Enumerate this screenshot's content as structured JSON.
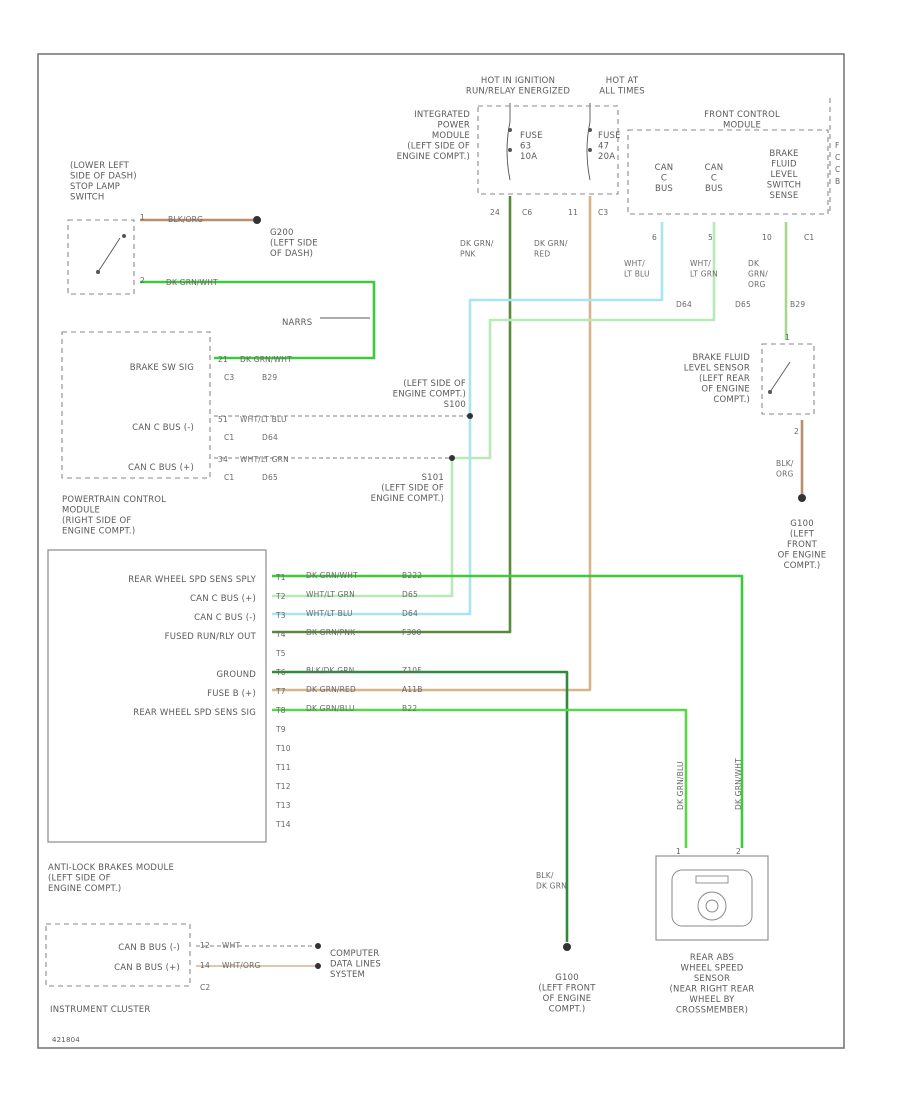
{
  "colors": {
    "dk_grn_wht": "#3cc93c",
    "dk_grn_pnk": "#5a8a3c",
    "dk_grn_red": "#d8b48c",
    "wht_lt_blu": "#a8e4f2",
    "wht_lt_grn": "#b8eab8",
    "dk_grn_org": "#a8d890",
    "blk_dk_grn": "#2f8a3a",
    "blk_grn": "#1e7a2e",
    "blk_org": "#b89070",
    "dk_grn_blu": "#58d848"
  },
  "top": {
    "hot_run": "HOT IN IGNITION\nRUN/RELAY ENERGIZED",
    "hot_all": "HOT AT\nALL TIMES",
    "ipm": "INTEGRATED\nPOWER\nMODULE\n(LEFT SIDE OF\nENGINE COMPT.)",
    "fuse1": "FUSE\n63\n10A",
    "fuse2": "FUSE\n47\n20A",
    "ipm_pins": [
      "24",
      "C6",
      "11",
      "C3"
    ],
    "fcm_title": "FRONT CONTROL\nMODULE",
    "fcm_letters": [
      "F",
      "C",
      "C",
      "B"
    ],
    "can_c_bus_a": "CAN\nC\nBUS",
    "can_c_bus_b": "CAN\nC\nBUS",
    "brake_fluid_sense": "BRAKE\nFLUID\nLEVEL\nSWITCH\nSENSE",
    "fcm_pins": [
      "6",
      "5",
      "10",
      "C1"
    ]
  },
  "left": {
    "stop_lamp": "(LOWER LEFT\nSIDE OF DASH)\nSTOP LAMP\nSWITCH",
    "stop_wire": "BLK/ORG",
    "ground_g200": "G200\n(LEFT SIDE\nOF DASH)",
    "stop_pin1": "1",
    "stop_pin2": "2",
    "stop_out_wire": "DK GRN/WHT",
    "narrs": "NARRS",
    "pcm_label": "POWERTRAIN CONTROL\nMODULE\n(RIGHT SIDE OF\nENGINE COMPT.)",
    "pcm_rows": [
      {
        "name": "BRAKE SW SIG",
        "pin": "C3",
        "wire_pin": "21",
        "wire": "DK GRN/WHT",
        "circuit": "B29"
      },
      {
        "name": "CAN C BUS (-)",
        "pin": "C1",
        "wire_pin": "51",
        "wire": "WHT/LT BLU",
        "circuit": "D64"
      },
      {
        "name": "CAN C BUS (+)",
        "pin": "C1",
        "wire_pin": "34",
        "wire": "WHT/LT GRN",
        "circuit": "D65"
      }
    ],
    "splice1": "(LEFT SIDE OF\nENGINE COMPT.)\nS100",
    "splice2": "S101\n(LEFT SIDE OF\nENGINE COMPT.)"
  },
  "mid": {
    "dk_grn_pnk": "DK GRN/\nPNK",
    "dk_grn_red": "DK GRN/\nRED",
    "wht_lt_blu": "WHT/\nLT BLU",
    "wht_lt_grn": "WHT/\nLT GRN",
    "dk_grn_org": "DK\nGRN/\nORG",
    "d64": "D64",
    "d65": "D65",
    "b29": "B29"
  },
  "right": {
    "bfls": "BRAKE FLUID\nLEVEL SENSOR\n(LEFT REAR\nOF ENGINE\nCOMPT.)",
    "bfls_pins": [
      "1",
      "2"
    ],
    "bfls_wire": "BLK/\nORG",
    "ground_g100": "G100\n(LEFT\nFRONT\nOF ENGINE\nCOMPT.)"
  },
  "abs": {
    "rows": [
      {
        "name": "REAR WHEEL SPD SENS SPLY",
        "pin": "T1",
        "wire": "DK GRN/WHT",
        "circuit": "B222"
      },
      {
        "name": "CAN C BUS (+)",
        "pin": "T2",
        "wire": "WHT/LT GRN",
        "circuit": "D65"
      },
      {
        "name": "CAN C BUS (-)",
        "pin": "T3",
        "wire": "WHT/LT BLU",
        "circuit": "D64"
      },
      {
        "name": "FUSED RUN/RLY OUT",
        "pin": "T4",
        "wire": "DK GRN/PNK",
        "circuit": "F300"
      },
      {
        "name": "",
        "pin": "T5",
        "wire": "",
        "circuit": ""
      },
      {
        "name": "GROUND",
        "pin": "T6",
        "wire": "BLK/DK GRN",
        "circuit": "Z10F"
      },
      {
        "name": "FUSE B (+)",
        "pin": "T7",
        "wire": "DK GRN/RED",
        "circuit": "A11B"
      },
      {
        "name": "REAR WHEEL SPD SENS SIG",
        "pin": "T8",
        "wire": "DK GRN/BLU",
        "circuit": "B22"
      },
      {
        "name": "",
        "pin": "T9",
        "wire": "",
        "circuit": ""
      },
      {
        "name": "",
        "pin": "T10",
        "wire": "",
        "circuit": ""
      },
      {
        "name": "",
        "pin": "T11",
        "wire": "",
        "circuit": ""
      },
      {
        "name": "",
        "pin": "T12",
        "wire": "",
        "circuit": ""
      },
      {
        "name": "",
        "pin": "T13",
        "wire": "",
        "circuit": ""
      },
      {
        "name": "",
        "pin": "T14",
        "wire": "",
        "circuit": ""
      }
    ],
    "label": "ANTI-LOCK BRAKES MODULE\n(LEFT SIDE OF\nENGINE COMPT.)",
    "blk_grn": "BLK/\nDK GRN",
    "g100b": "G100\n(LEFT FRONT\nOF ENGINE\nCOMPT.)",
    "sensor_wire1": "DK GRN/BLU",
    "sensor_wire2": "DK GRN/WHT",
    "sensor_label": "REAR ABS\nWHEEL SPEED\nSENSOR\n(NEAR RIGHT REAR\nWHEEL BY\nCROSSMEMBER)",
    "sensor_pins": [
      "1",
      "2"
    ]
  },
  "bottom": {
    "ic_rows": [
      {
        "name": "CAN B BUS (-)",
        "pin": "C2",
        "wire_pin": "12",
        "wire": "WHT"
      },
      {
        "name": "CAN B BUS (+)",
        "pin": "C2",
        "wire_pin": "14",
        "wire": "WHT/ORG"
      }
    ],
    "computer_data": "COMPUTER\nDATA LINES\nSYSTEM",
    "ic_label": "INSTRUMENT CLUSTER",
    "fig_id": "421804"
  }
}
